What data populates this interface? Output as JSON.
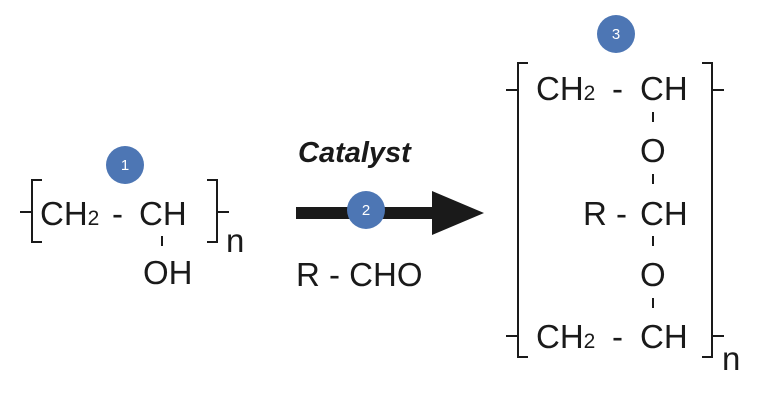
{
  "reactant": {
    "ch2": "CH",
    "ch2_sub": "2",
    "dash": "-",
    "ch": "CH",
    "oh": "OH",
    "n": "n"
  },
  "reaction": {
    "catalyst": "Catalyst",
    "reagent": "R - CHO"
  },
  "product": {
    "top_ch2": "CH",
    "top_ch2_sub": "2",
    "top_dash": "-",
    "top_ch": "CH",
    "o_upper": "O",
    "r_dash": "R -",
    "middle_ch": "CH",
    "o_lower": "O",
    "bottom_ch2": "CH",
    "bottom_ch2_sub": "2",
    "bottom_dash": "-",
    "bottom_ch": "CH",
    "n": "n"
  },
  "badges": {
    "badge1": "1",
    "badge2": "2",
    "badge3": "3"
  },
  "colors": {
    "badge_fill": "#4d76b4",
    "ink": "#1a1a1a"
  }
}
